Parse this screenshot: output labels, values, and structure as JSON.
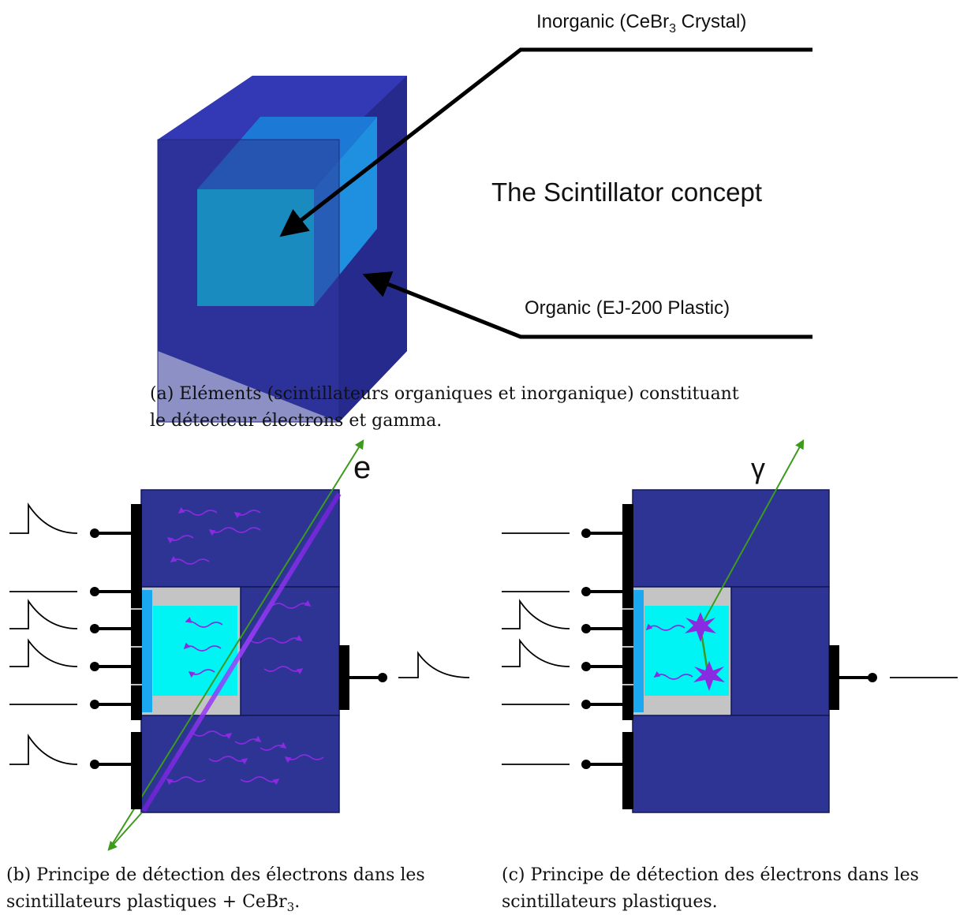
{
  "panel_a": {
    "label_inorganic_pre": "Inorganic (CeBr",
    "label_inorganic_sub": "3",
    "label_inorganic_post": " Crystal)",
    "label_title": "The Scintillator concept",
    "label_organic": "Organic (EJ-200 Plastic)",
    "caption_line1": "(a) Eléments (scintillateurs organiques et inorganique) constituant",
    "caption_line2": "le détecteur électrons et gamma."
  },
  "panel_b": {
    "particle_label": "e",
    "caption_line1": "(b) Principe de détection des électrons dans les",
    "caption_line2_pre": "scintillateurs plastiques + CeBr",
    "caption_line2_sub": "3",
    "caption_line2_post": "."
  },
  "panel_c": {
    "particle_label": "γ",
    "caption_line1": "(c) Principe de détection des électrons dans les",
    "caption_line2": "scintillateurs plastiques."
  },
  "colors": {
    "plastic": "#2e3494",
    "crystal": "#00f4f4",
    "housing": "#c4c4c4",
    "light_guide": "#1aa8f0",
    "photon": "#8a2be2",
    "track": "#3c9a1c"
  }
}
